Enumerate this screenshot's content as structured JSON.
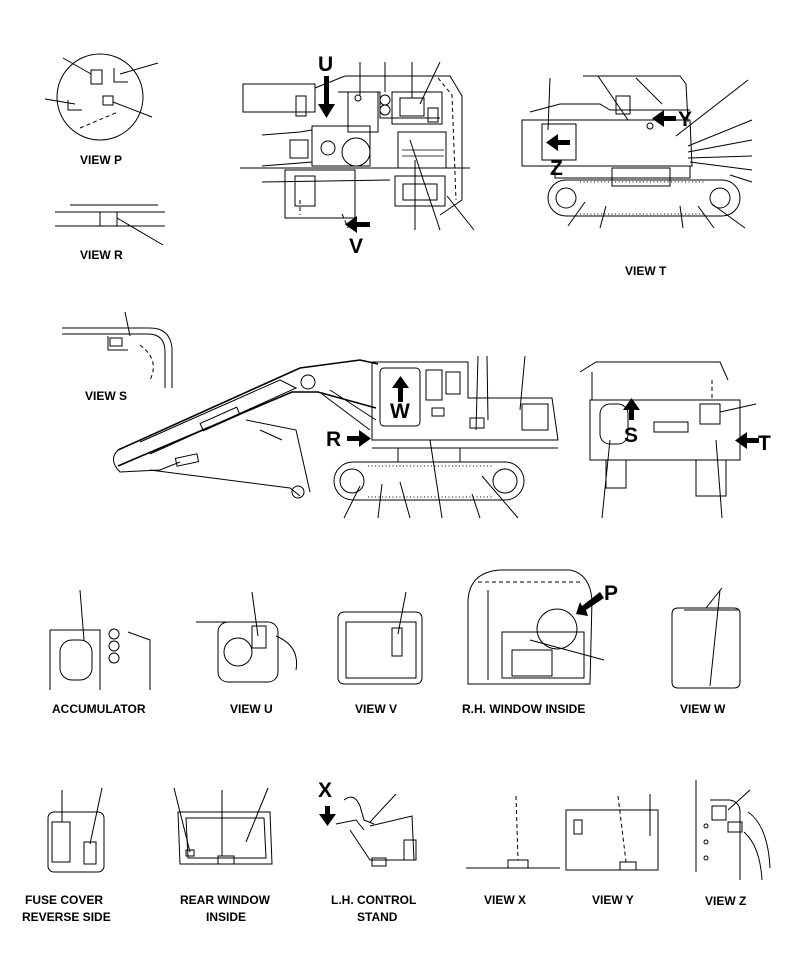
{
  "captions": {
    "view_p": "VIEW P",
    "view_r": "VIEW R",
    "view_t": "VIEW T",
    "view_s": "VIEW S",
    "accumulator": "ACCUMULATOR",
    "view_u": "VIEW U",
    "view_v": "VIEW V",
    "rh_window": "R.H. WINDOW INSIDE",
    "view_w": "VIEW W",
    "fuse_cover_1": "FUSE COVER",
    "fuse_cover_2": "REVERSE SIDE",
    "rear_window_1": "REAR WINDOW",
    "rear_window_2": "INSIDE",
    "control_stand_1": "L.H. CONTROL",
    "control_stand_2": "STAND",
    "view_x": "VIEW X",
    "view_y": "VIEW Y",
    "view_z": "VIEW Z"
  },
  "view_markers": {
    "u": "U",
    "v": "V",
    "y": "Y",
    "z": "Z",
    "w": "W",
    "r": "R",
    "s": "S",
    "t": "T",
    "p": "P",
    "x": "X"
  }
}
